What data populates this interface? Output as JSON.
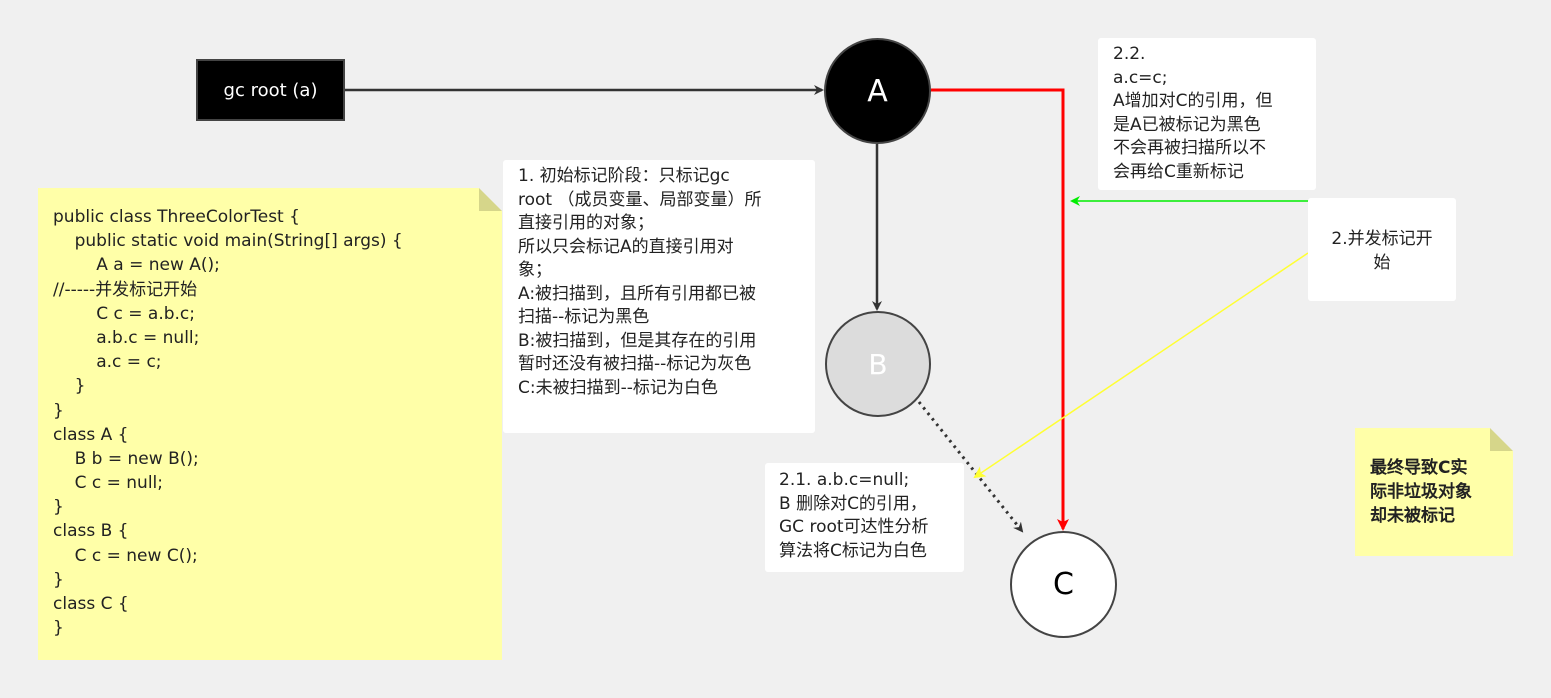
{
  "gc_root": {
    "label": "gc root (a)"
  },
  "nodes": {
    "a": "A",
    "b": "B",
    "c": "C"
  },
  "code_note": {
    "lines": [
      "public class ThreeColorTest {",
      "    public static void main(String[] args) {",
      "        A a = new A();",
      "//-----并发标记开始",
      "        C c = a.b.c;",
      "        a.b.c = null;",
      "        a.c = c;",
      "    }",
      "}",
      "class A {",
      "    B b = new B();",
      "    C c = null;",
      "}",
      "class B {",
      "    C c = new C();",
      "}",
      "class C {",
      "}"
    ]
  },
  "step1": {
    "lines": [
      "1. 初始标记阶段：只标记gc",
      "root （成员变量、局部变量）所",
      "直接引用的对象；",
      "所以只会标记A的直接引用对",
      "象；",
      "A:被扫描到，且所有引用都已被",
      "扫描--标记为黑色",
      "B:被扫描到，但是其存在的引用",
      "暂时还没有被扫描--标记为灰色",
      "C:未被扫描到--标记为白色"
    ]
  },
  "step2_2": {
    "lines": [
      "2.2.",
      "a.c=c;",
      "A增加对C的引用，但",
      "是A已被标记为黑色",
      "不会再被扫描所以不",
      "会再给C重新标记"
    ]
  },
  "step2": {
    "lines": [
      "2.并发标记开",
      "始"
    ]
  },
  "step2_1": {
    "lines": [
      "2.1. a.b.c=null;",
      "B 删除对C的引用，",
      "GC root可达性分析",
      "算法将C标记为白色"
    ]
  },
  "final_note": {
    "lines": [
      "最终导致C实",
      "际非垃圾对象",
      "却未被标记"
    ]
  },
  "colors": {
    "background": "#f0f0f0",
    "note": "#ffffa8",
    "edge_default": "#333333",
    "edge_red": "#ff0000",
    "edge_green": "#00ee00",
    "edge_yellow": "#ffff33",
    "node_gray": "#dcdcdc"
  }
}
